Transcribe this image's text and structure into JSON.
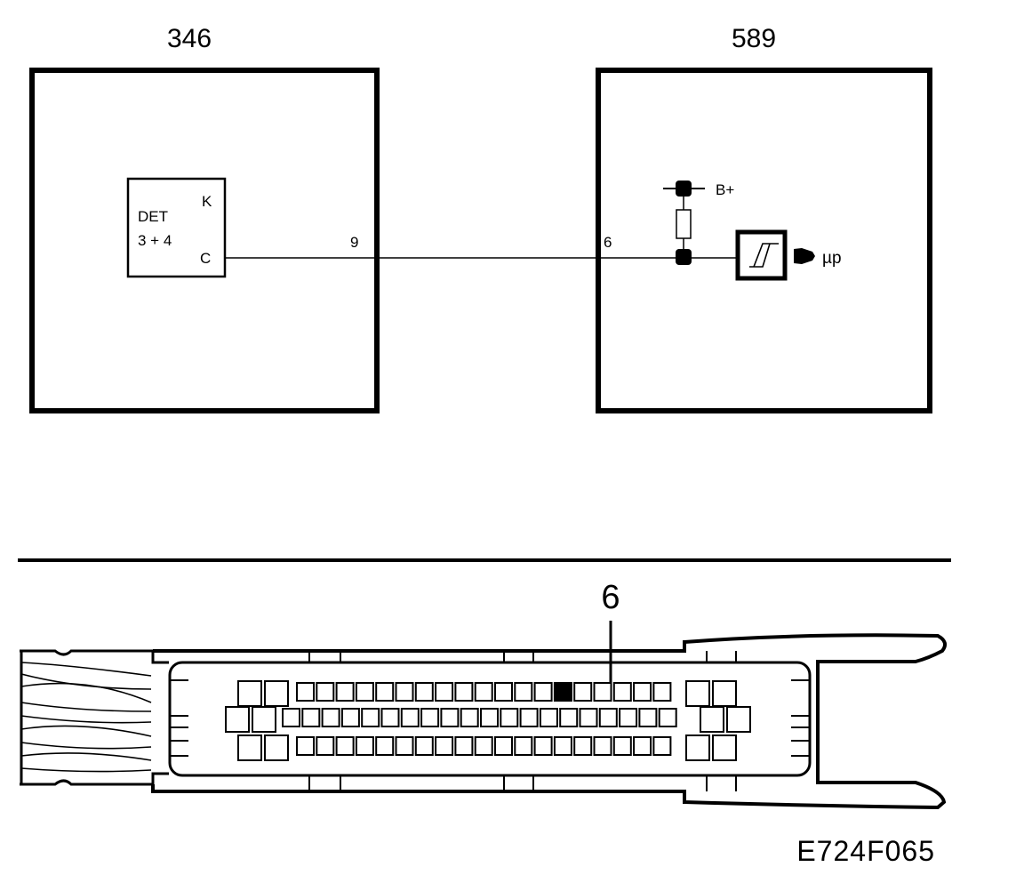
{
  "modules": {
    "left": {
      "title": "346"
    },
    "right": {
      "title": "589"
    }
  },
  "component": {
    "line1": "DET",
    "line2": "3 + 4",
    "pin_k": "K",
    "pin_c": "C"
  },
  "wire": {
    "pin_left": "9",
    "pin_right": "6"
  },
  "circuit": {
    "supply": "B+",
    "output": "µp"
  },
  "connector": {
    "highlight_pin_label": "6",
    "rows": 3,
    "highlight_row": 1,
    "highlight_index": 13
  },
  "reference": "E724F065"
}
